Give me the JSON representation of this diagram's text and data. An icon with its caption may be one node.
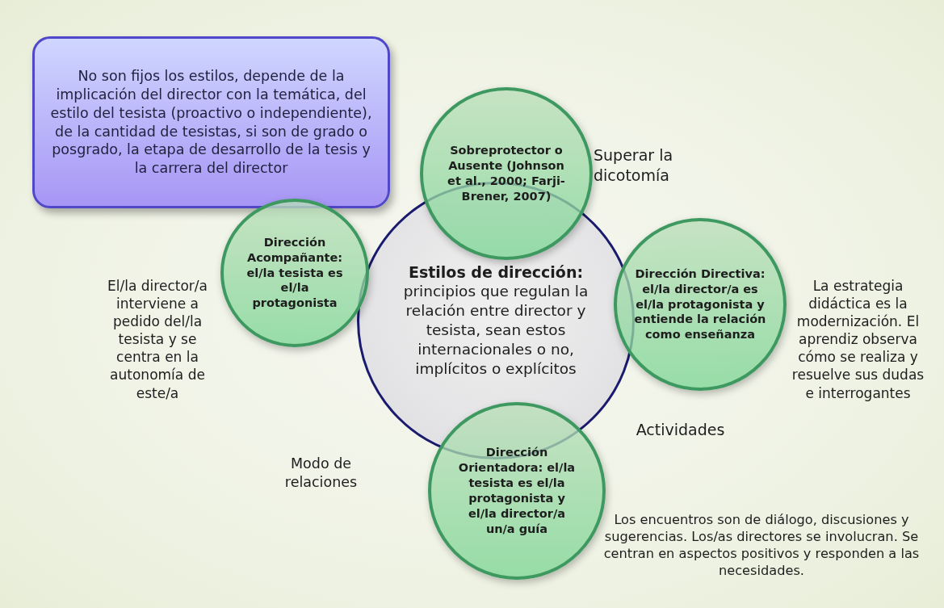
{
  "diagram": {
    "nodes": [
      {
        "text": [
          "No son fijos los estilos, depende de la implicación del director con la temática, del estilo del tesista (proactivo o independiente), de la cantidad de tesistas, si son de grado o posgrado, la etapa de desarrollo de la tesis  y la carrera del director"
        ]
      },
      {
        "text": [
          "Estilos de dirección:",
          "principios que regulan la relación entre director y tesista, sean estos internacionales o no, implícitos o explícitos"
        ]
      },
      {
        "text": [
          "Sobreprotector o Ausente (Johnson et al., 2000; Farji-Brener, 2007)"
        ]
      },
      {
        "text": [
          "Dirección Acompañante: el/la tesista es el/la protagonista"
        ]
      },
      {
        "text": [
          "Dirección Directiva: el/la director/a es el/la protagonista y entiende la relación como enseñanza"
        ]
      },
      {
        "text": [
          "Dirección Orientadora: el/la tesista es el/la protagonista y el/la director/a un/a guía"
        ]
      }
    ],
    "labels": [
      "Superar la dicotomía",
      "El/la director/a interviene a pedido del/la tesista y se centra en la autonomía de este/a",
      "La estrategia didáctica es la modernización. El aprendiz observa cómo se realiza y resuelve sus dudas e interrogantes",
      "Modo de relaciones",
      "Actividades",
      "Los encuentros son de diálogo, discusiones y sugerencias. Los/as directores se involucran. Se centran en aspectos positivos y responden a las necesidades."
    ]
  }
}
